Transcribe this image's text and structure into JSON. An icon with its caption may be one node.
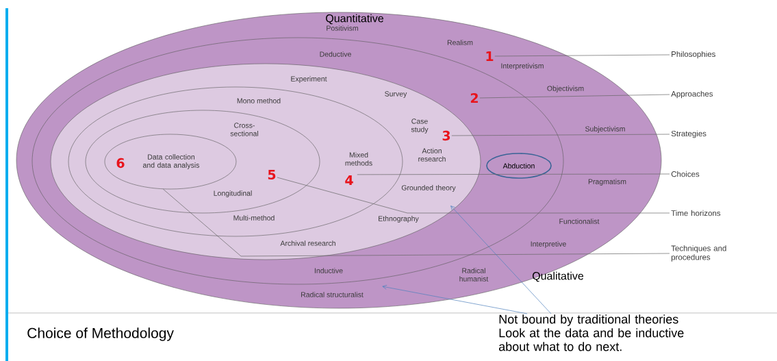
{
  "diagram": {
    "title": "Choice of Methodology",
    "nodes": [
      {
        "text": [
          "Positivism",
          "Realism",
          "Interpretivism",
          "Objectivism",
          "Subjectivism",
          "Pragmatism",
          "Functionalist",
          "Interpretive",
          "Radical humanist",
          "Radical structuralist"
        ]
      },
      {
        "text": [
          "Deductive",
          "Inductive"
        ],
        "in": 0
      },
      {
        "text": [
          "Abduction"
        ],
        "in": 1
      },
      {
        "text": [
          "Experiment",
          "Survey",
          "Case study",
          "Action research",
          "Grounded theory",
          "Ethnography",
          "Archival research"
        ],
        "in": 1
      },
      {
        "text": [
          "Mono method",
          "Mixed methods",
          "Multi-method"
        ],
        "in": 3
      },
      {
        "text": [
          "Cross-sectional",
          "Longitudinal"
        ],
        "in": 4
      },
      {
        "text": [
          "Data collection and data analysis"
        ],
        "in": 5
      },
      {
        "text": [
          "1"
        ],
        "in": 0
      },
      {
        "text": [
          "2"
        ],
        "in": 1
      },
      {
        "text": [
          "3"
        ],
        "in": 3
      },
      {
        "text": [
          "4"
        ],
        "in": 4
      },
      {
        "text": [
          "5"
        ],
        "in": 5
      },
      {
        "text": [
          "Philosophies"
        ]
      },
      {
        "text": [
          "Approaches"
        ]
      },
      {
        "text": [
          "Strategies"
        ]
      },
      {
        "text": [
          "Choices"
        ]
      },
      {
        "text": [
          "Time horizons"
        ]
      },
      {
        "text": [
          "Techniques and procedures"
        ]
      },
      {
        "text": [
          "Not bound by traditional theories Look at the data and be inductive about what to do next."
        ]
      }
    ],
    "edges": [
      {
        "from": 7,
        "to": 12,
        "arrow": "none"
      },
      {
        "from": 8,
        "to": 13,
        "arrow": "none"
      },
      {
        "from": 9,
        "to": 14,
        "arrow": "none"
      },
      {
        "from": 10,
        "to": 15,
        "arrow": "none"
      },
      {
        "from": 11,
        "to": 16,
        "arrow": "none"
      },
      {
        "from": 6,
        "to": 17,
        "arrow": "none"
      },
      {
        "from": 18,
        "to": 3,
        "arrow": "to",
        "color": "#4f81bd"
      },
      {
        "from": 18,
        "to": 1,
        "arrow": "to",
        "color": "#4f81bd"
      }
    ],
    "labels": [
      "Quantitative",
      "6",
      "Qualitative"
    ]
  }
}
